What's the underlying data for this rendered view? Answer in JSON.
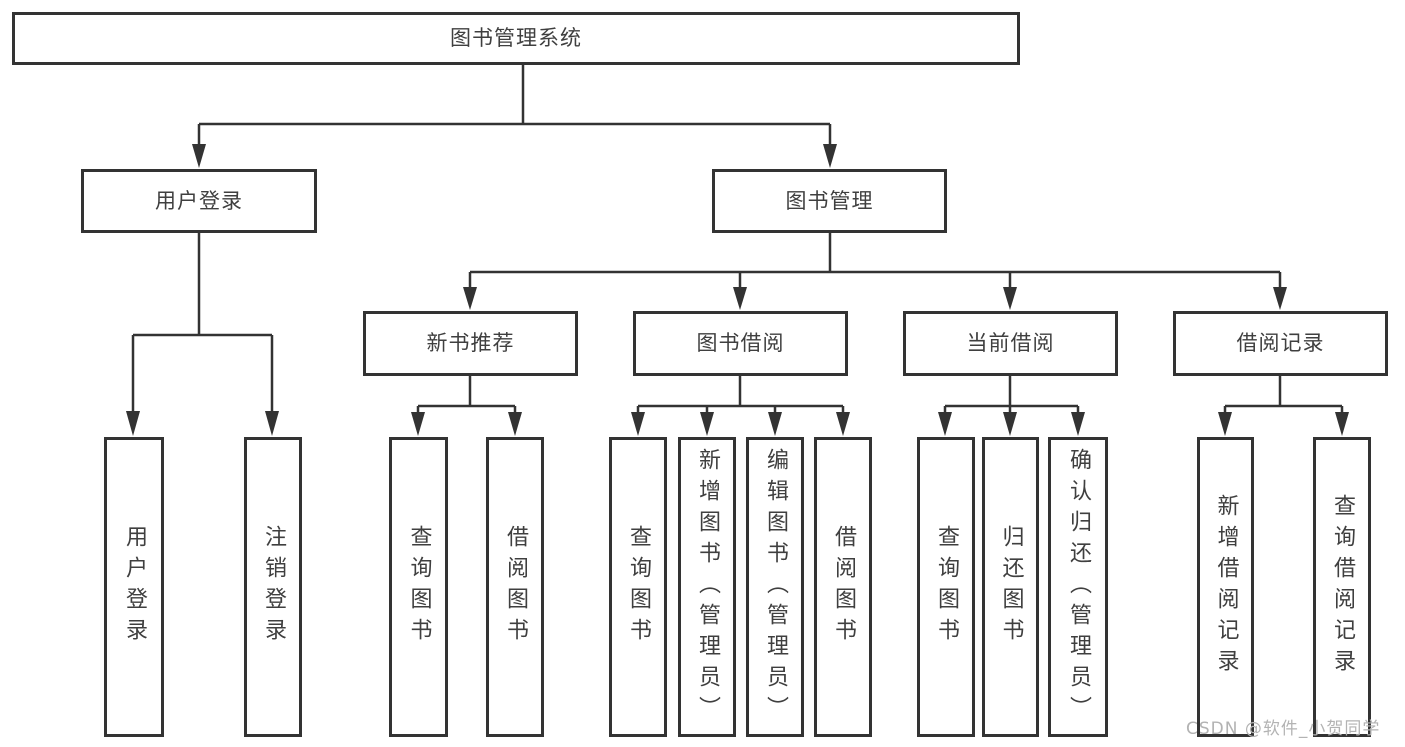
{
  "watermark": "CSDN @软件_小贺同学",
  "diagram": {
    "root": {
      "label": "图书管理系统"
    },
    "branches": [
      {
        "label": "用户登录",
        "children": [
          {
            "label": "用户登录"
          },
          {
            "label": "注销登录"
          }
        ]
      },
      {
        "label": "图书管理",
        "children": [
          {
            "label": "新书推荐",
            "children": [
              {
                "label": "查询图书"
              },
              {
                "label": "借阅图书"
              }
            ]
          },
          {
            "label": "图书借阅",
            "children": [
              {
                "label": "查询图书"
              },
              {
                "label": "新增图书（管理员）"
              },
              {
                "label": "编辑图书（管理员）"
              },
              {
                "label": "借阅图书"
              }
            ]
          },
          {
            "label": "当前借阅",
            "children": [
              {
                "label": "查询图书"
              },
              {
                "label": "归还图书"
              },
              {
                "label": "确认归还（管理员）"
              }
            ]
          },
          {
            "label": "借阅记录",
            "children": [
              {
                "label": "新增借阅记录"
              },
              {
                "label": "查询借阅记录"
              }
            ]
          }
        ]
      }
    ]
  }
}
